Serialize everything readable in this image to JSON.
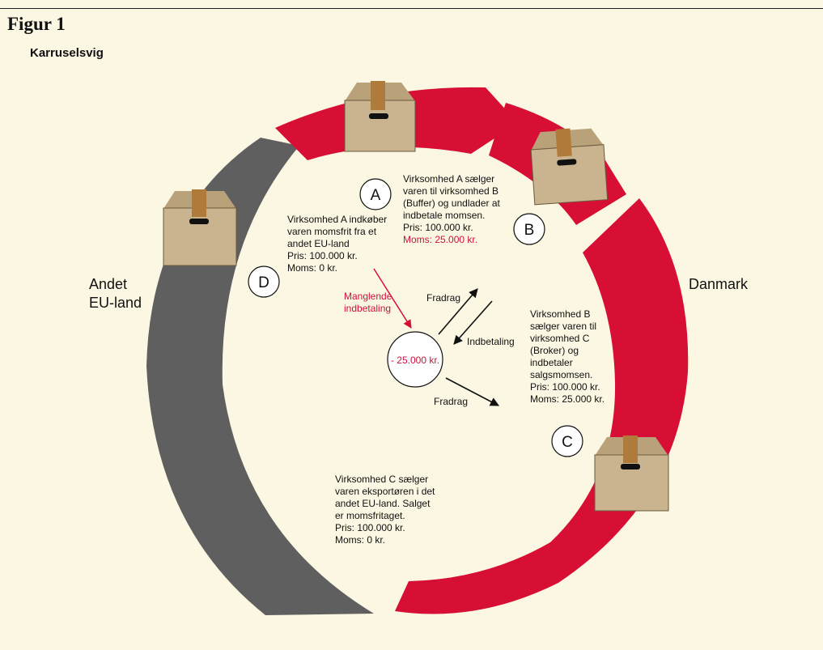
{
  "figure": {
    "label": "Figur 1",
    "title": "Karruselsvig"
  },
  "regions": {
    "left": [
      "Andet",
      "EU-land"
    ],
    "right": "Danmark"
  },
  "nodes": {
    "A": "A",
    "B": "B",
    "C": "C",
    "D": "D"
  },
  "texts": {
    "a": {
      "lines": [
        "Virksomhed A  sælger",
        "varen til virksomhed B",
        "(Buffer) og undlader at",
        "indbetale momsen.",
        "Pris: 100.000 kr."
      ],
      "moms": "Moms: 25.000 kr."
    },
    "d": {
      "lines": [
        "Virksomhed A indkøber",
        "varen momsfrit fra et",
        "andet EU-land",
        "Pris: 100.000 kr.",
        "Moms: 0 kr."
      ]
    },
    "b": {
      "lines": [
        "Virksomhed B",
        "sælger varen til",
        "virksomhed C",
        "(Broker) og",
        "indbetaler",
        "salgsmomsen.",
        "Pris: 100.000 kr.",
        "Moms: 25.000 kr."
      ]
    },
    "c": {
      "lines": [
        "Virksomhed C sælger",
        "varen eksportøren i det",
        "andet EU-land. Salget",
        "er momsfritaget.",
        "Pris: 100.000 kr.",
        "Moms: 0 kr."
      ]
    }
  },
  "flows": {
    "missing": [
      "Manglende",
      "indbetaling"
    ],
    "center_amount": "- 25.000 kr.",
    "fradrag_top": "Fradrag",
    "indbetaling": "Indbetaling",
    "fradrag_bottom": "Fradrag"
  },
  "colors": {
    "red_arrow": "#d80f35",
    "gray_arrow": "#5f5f5f",
    "box": "#c9b48f",
    "tape": "#b07a3a",
    "missing_text": "#d0103a"
  }
}
